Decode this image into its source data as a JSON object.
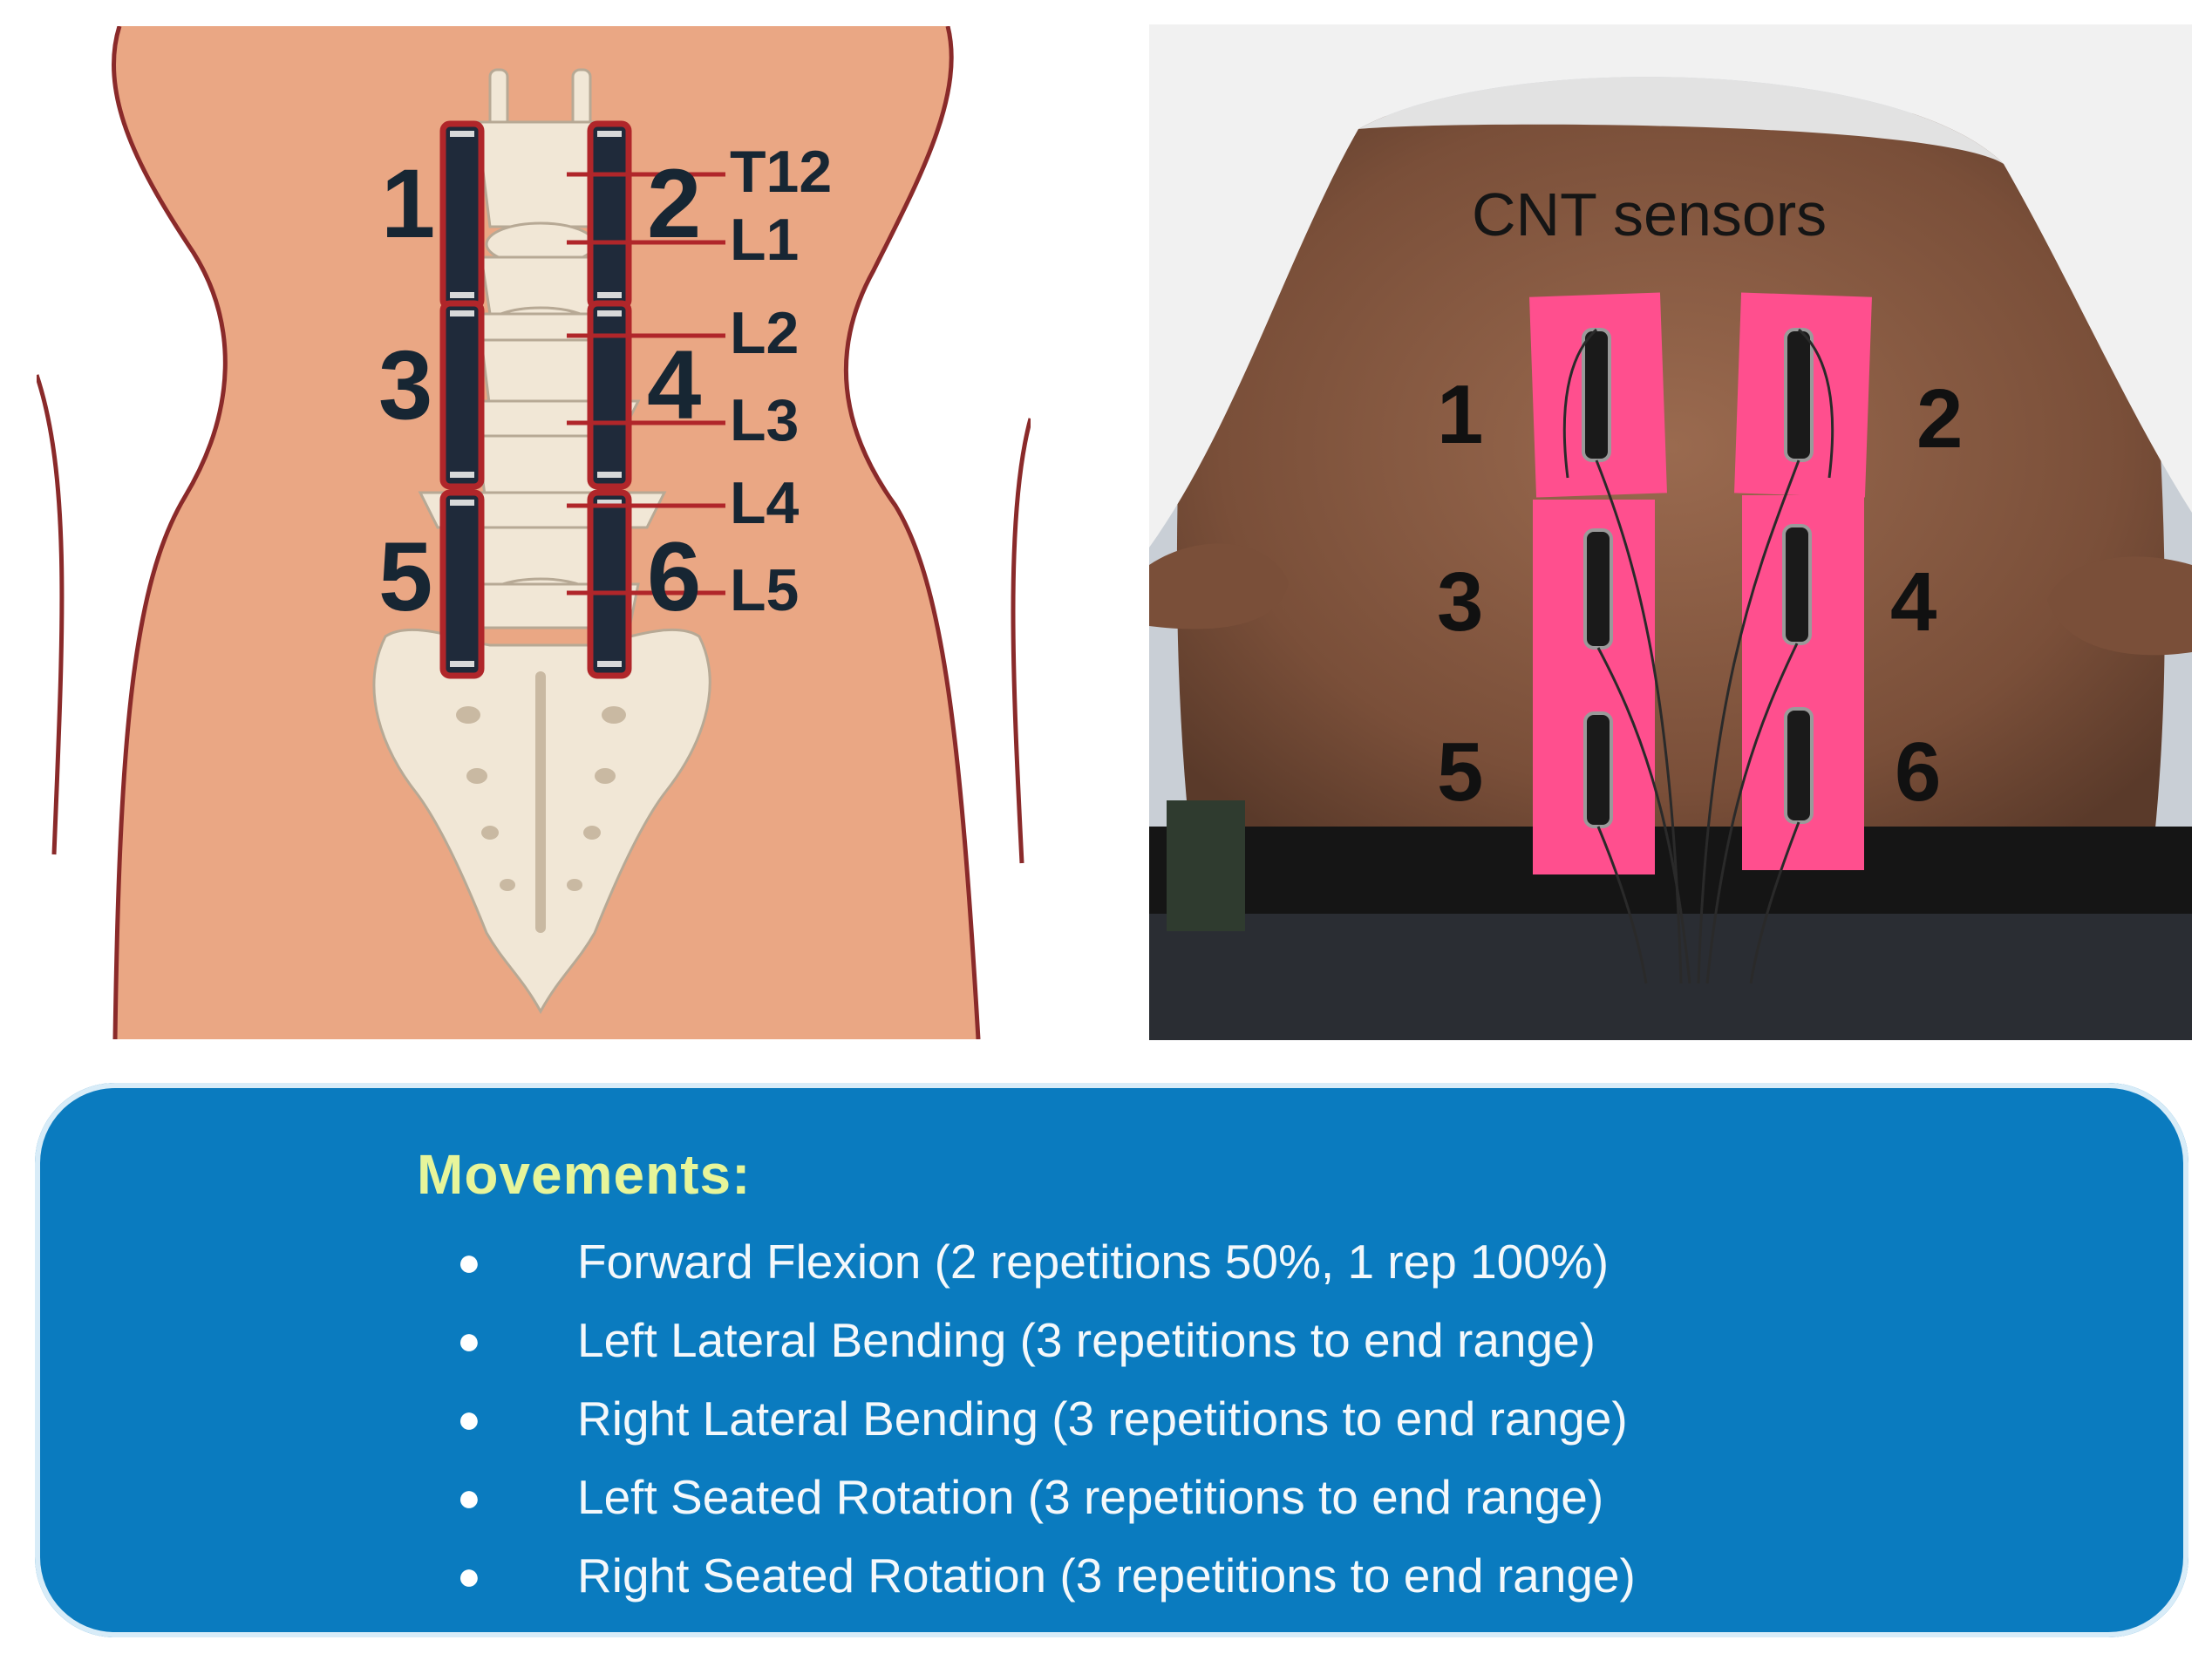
{
  "anatomy": {
    "sensor_numbers": [
      "1",
      "2",
      "3",
      "4",
      "5",
      "6"
    ],
    "vertebra_labels": [
      "T12",
      "L1",
      "L2",
      "L3",
      "L4",
      "L5"
    ]
  },
  "photo": {
    "title": "CNT sensors",
    "sensor_numbers": [
      "1",
      "2",
      "3",
      "4",
      "5",
      "6"
    ]
  },
  "movements": {
    "title": "Movements:",
    "items": [
      "Forward Flexion (2 repetitions 50%, 1 rep 100%)",
      "Left Lateral Bending (3 repetitions to end range)",
      "Right Lateral Bending (3 repetitions to end range)",
      "Left Seated Rotation (3 repetitions to end range)",
      "Right Seated Rotation (3 repetitions to end range)"
    ]
  },
  "colors": {
    "skin": "#eaa784",
    "outline": "#8a2a2a",
    "bone": "#f1e7d6",
    "sensor_border": "#b0262a",
    "sensor_body": "#1f2a3a",
    "tape_pink": "#ff4f8e",
    "panel_blue": "#0a7bbf",
    "title_yellow": "#e7f59a"
  }
}
